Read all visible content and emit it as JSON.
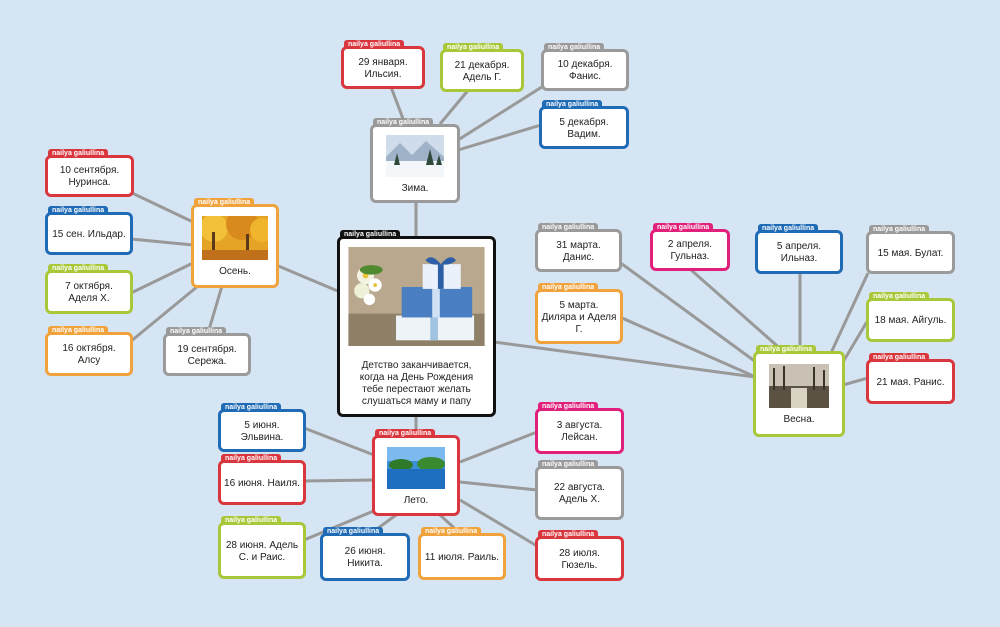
{
  "author": "nailya galiullina",
  "colors": {
    "red": "#d9363e",
    "green": "#a8c83a",
    "grey": "#9a9a9a",
    "blue": "#1f6bb5",
    "orange": "#f0a23c",
    "pink": "#e0207a",
    "black": "#111111",
    "link": "#999999",
    "background": "#d5e5f3"
  },
  "central": {
    "text": "Детство заканчивается, когда на День Рождения тебе перестают желать слушаться маму и папу",
    "image": "gift-boxes-photo"
  },
  "seasons": {
    "winter": {
      "label": "Зима.",
      "image": "winter-forest-photo"
    },
    "autumn": {
      "label": "Осень.",
      "image": "autumn-trees-photo"
    },
    "spring": {
      "label": "Весна.",
      "image": "spring-flood-photo"
    },
    "summer": {
      "label": "Лето.",
      "image": "summer-lake-photo"
    }
  },
  "winter": [
    "29 января. Ильсия.",
    "21 декабря. Адель Г.",
    "10 декабря. Фанис.",
    "5 декабря. Вадим."
  ],
  "autumn": [
    "10 сентября. Нуринса.",
    "15 сен. Ильдар.",
    "7 октября. Аделя Х.",
    "16 октября. Алсу",
    "19 сентября. Сережа."
  ],
  "spring": [
    "31 марта. Данис.",
    "2 апреля. Гульназ.",
    "5 апреля. Ильназ.",
    "15 мая. Булат.",
    "5 марта. Диляра и Аделя Г.",
    "18 мая. Айгуль.",
    "21 мая. Ранис."
  ],
  "summer": [
    "5 июня. Эльвина.",
    "16 июня. Наиля.",
    "28 июня. Адель С. и Раис.",
    "26 июня. Никита.",
    "11 июля. Раиль.",
    "3 августа. Лейсан.",
    "22 августа. Адель Х.",
    "28 июля. Гюзель."
  ]
}
